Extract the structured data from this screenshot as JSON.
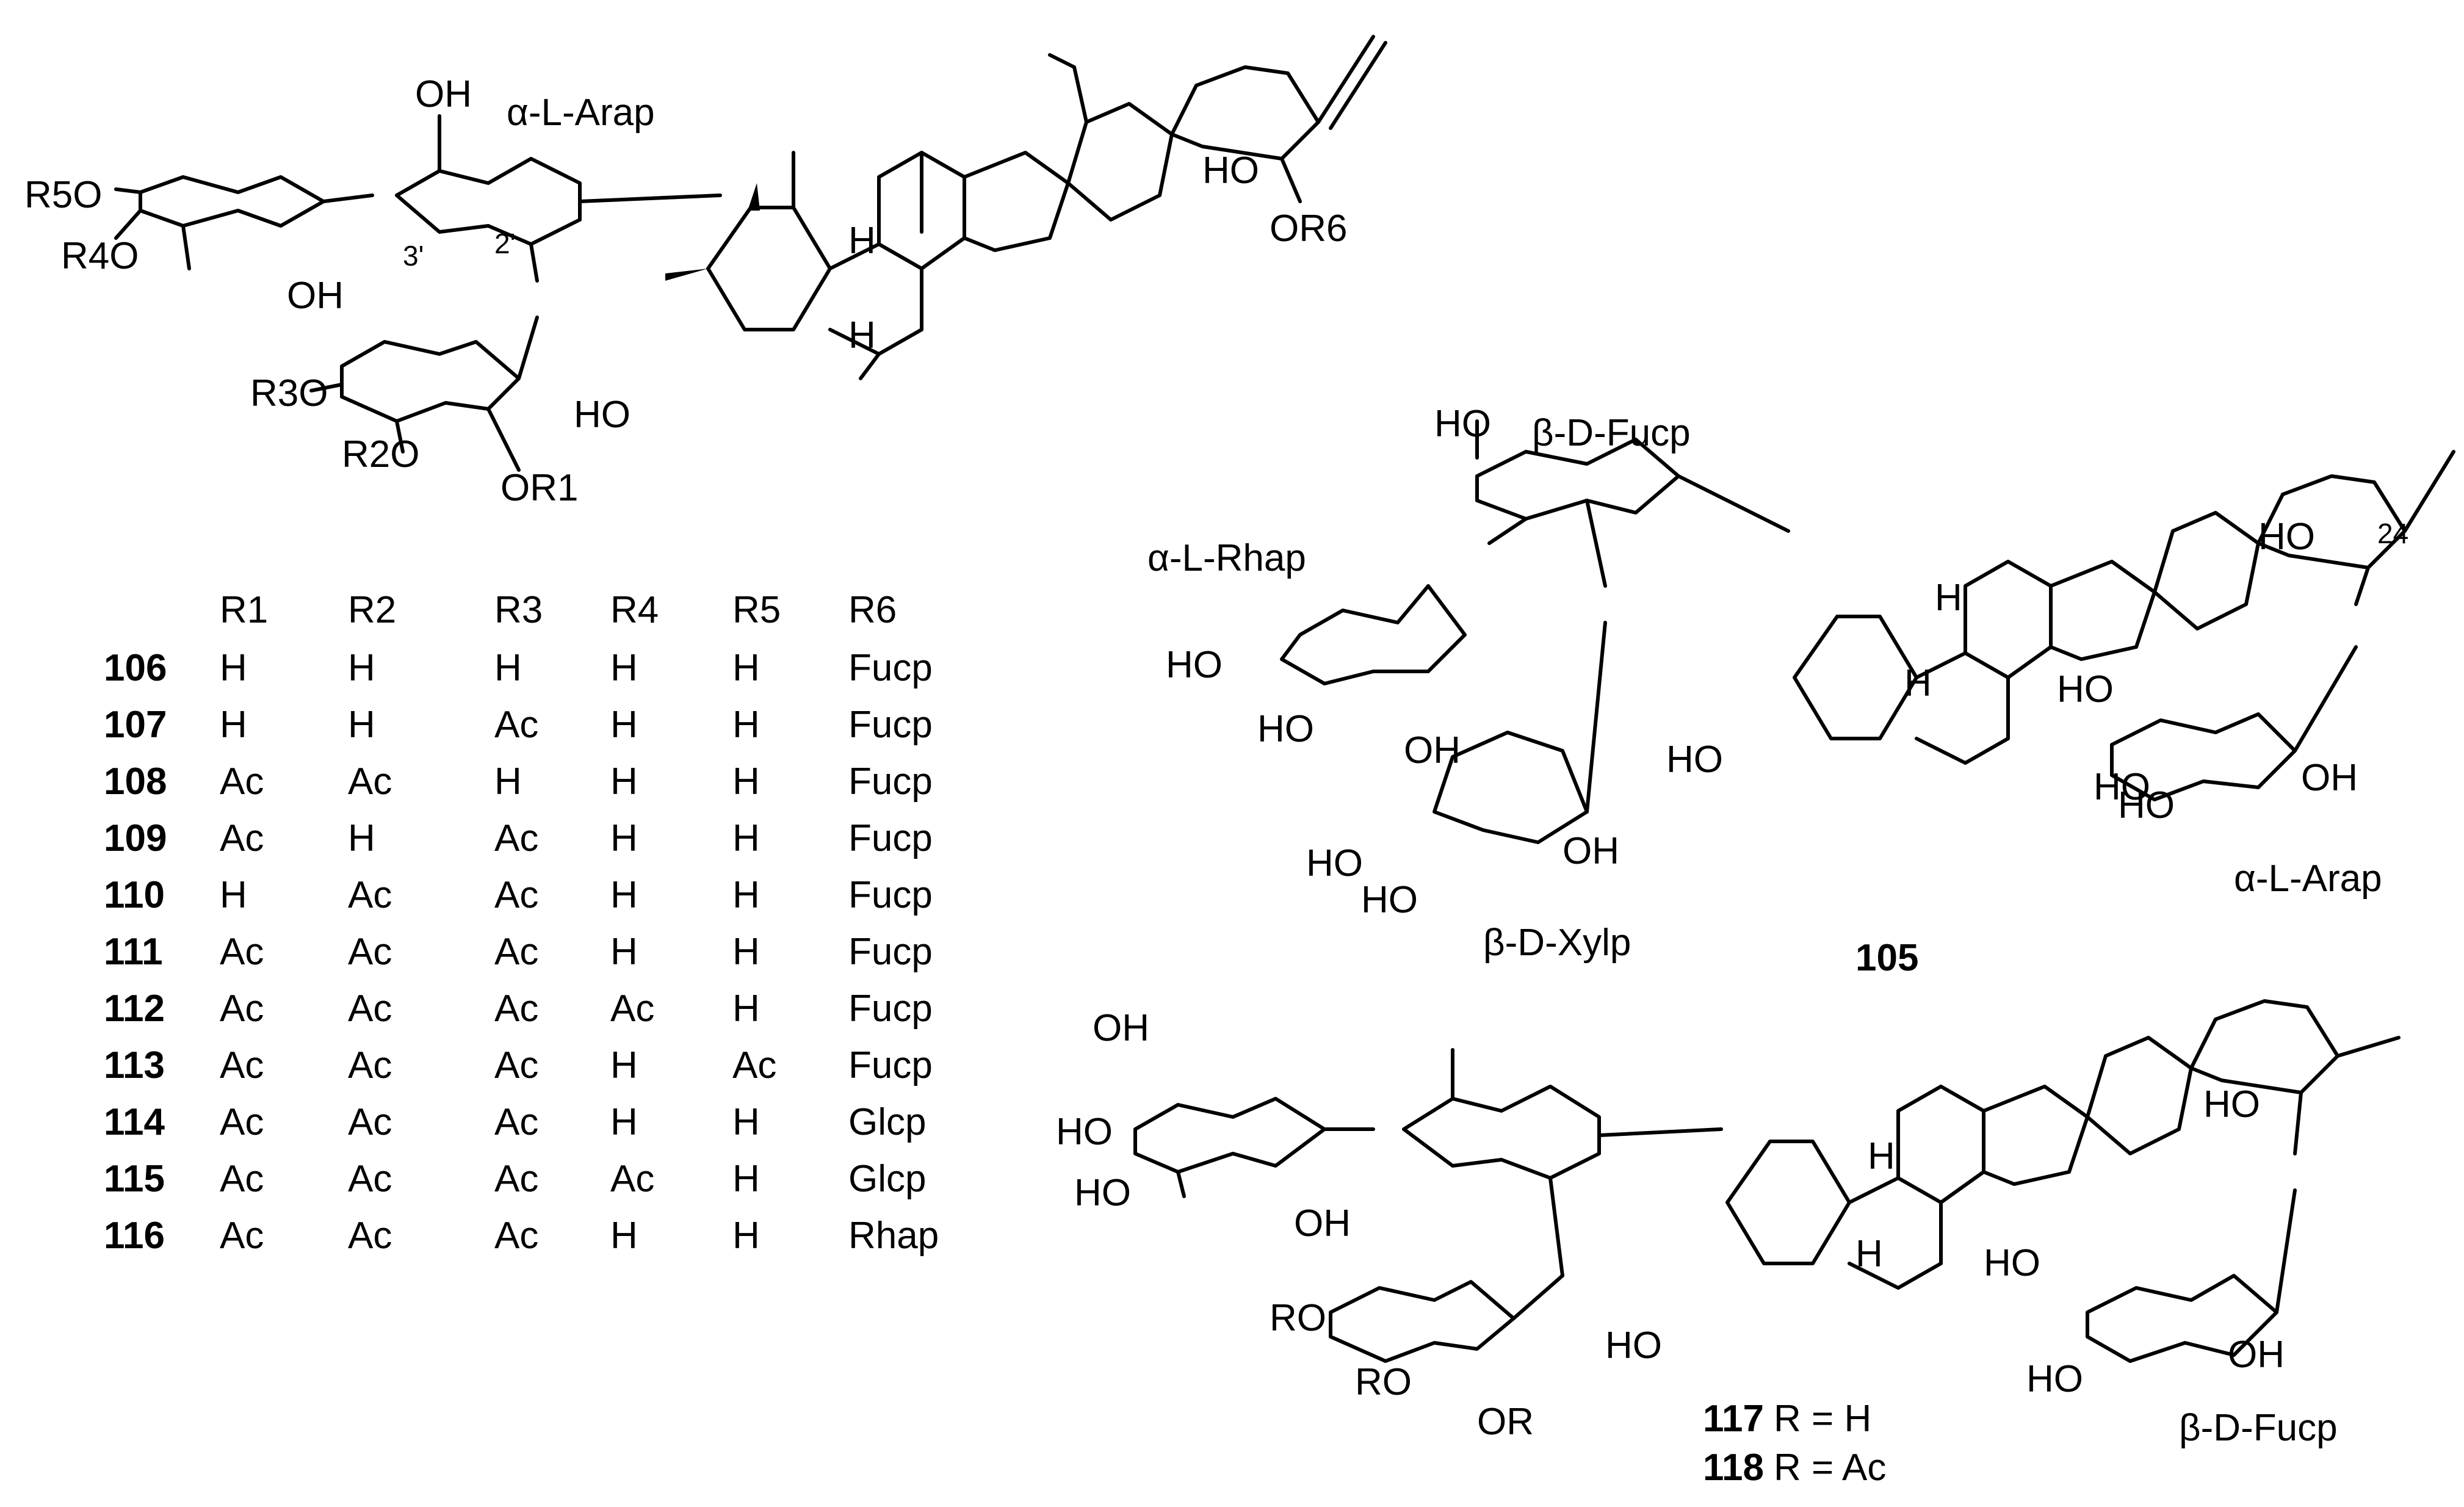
{
  "structures": {
    "top_left": {
      "sugar_labels": {
        "arabinose": "α-L-Arap"
      },
      "atom_labels": {
        "oh_top": "OH",
        "r5o": "R5O",
        "r4o": "R4O",
        "oh_xyl": "OH",
        "r3o": "R3O",
        "r2o": "R2O",
        "or1": "OR1",
        "ho_a": "HO",
        "or6": "OR6",
        "ho_e": "HO",
        "h_9": "H",
        "h_8": "H",
        "pos3": "3'",
        "pos2": "2'"
      }
    },
    "cmpd_105": {
      "label": "105",
      "sugar_labels": {
        "fuc": "β-D-Fucp",
        "rha": "α-L-Rhap",
        "xyl": "β-D-Xylp",
        "ara": "α-L-Arap"
      },
      "pos24": "24"
    },
    "cmpd_117_118": {
      "labels": [
        {
          "id": "117",
          "text": "R = H"
        },
        {
          "id": "118",
          "text": "R = Ac"
        }
      ],
      "sugar_label": "β-D-Fucp"
    }
  },
  "substituent_table": {
    "headers": [
      "R1",
      "R2",
      "R3",
      "R4",
      "R5",
      "R6"
    ],
    "rows": [
      {
        "id": "106",
        "values": [
          "H",
          "H",
          "H",
          "H",
          "H",
          "Fucp"
        ]
      },
      {
        "id": "107",
        "values": [
          "H",
          "H",
          "Ac",
          "H",
          "H",
          "Fucp"
        ]
      },
      {
        "id": "108",
        "values": [
          "Ac",
          "Ac",
          "H",
          "H",
          "H",
          "Fucp"
        ]
      },
      {
        "id": "109",
        "values": [
          "Ac",
          "H",
          "Ac",
          "H",
          "H",
          "Fucp"
        ]
      },
      {
        "id": "110",
        "values": [
          "H",
          "Ac",
          "Ac",
          "H",
          "H",
          "Fucp"
        ]
      },
      {
        "id": "111",
        "values": [
          "Ac",
          "Ac",
          "Ac",
          "H",
          "H",
          "Fucp"
        ]
      },
      {
        "id": "112",
        "values": [
          "Ac",
          "Ac",
          "Ac",
          "Ac",
          "H",
          "Fucp"
        ]
      },
      {
        "id": "113",
        "values": [
          "Ac",
          "Ac",
          "Ac",
          "H",
          "Ac",
          "Fucp"
        ]
      },
      {
        "id": "114",
        "values": [
          "Ac",
          "Ac",
          "Ac",
          "H",
          "H",
          "Glcp"
        ]
      },
      {
        "id": "115",
        "values": [
          "Ac",
          "Ac",
          "Ac",
          "Ac",
          "H",
          "Glcp"
        ]
      },
      {
        "id": "116",
        "values": [
          "Ac",
          "Ac",
          "Ac",
          "H",
          "H",
          "Rhap"
        ]
      }
    ]
  }
}
